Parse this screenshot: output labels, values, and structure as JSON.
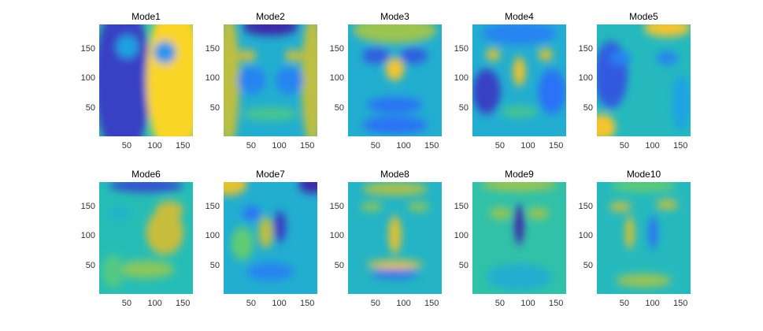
{
  "figure": {
    "background": "#ffffff"
  },
  "colormap": [
    "#3e26a8",
    "#2d70f7",
    "#1ea0e8",
    "#27bfb3",
    "#6acd6a",
    "#c5bd3d",
    "#f9c52c",
    "#f9fb15"
  ],
  "chart_data": {
    "type": "heatmap",
    "grid": "off",
    "xlim": [
      1,
      168
    ],
    "ylim": [
      1,
      192
    ],
    "x_ticks": [
      "50",
      "100",
      "150"
    ],
    "y_ticks": [
      "50",
      "100",
      "150"
    ],
    "panels": [
      {
        "title": "Mode1",
        "base": 0.45,
        "blobs": [
          {
            "x": 0.25,
            "y": 0.5,
            "rx": 0.3,
            "ry": 0.7,
            "v": -0.4
          },
          {
            "x": 0.8,
            "y": 0.5,
            "rx": 0.3,
            "ry": 0.7,
            "v": 0.45
          },
          {
            "x": 0.3,
            "y": 0.2,
            "rx": 0.12,
            "ry": 0.1,
            "v": -0.15
          },
          {
            "x": 0.7,
            "y": 0.25,
            "rx": 0.12,
            "ry": 0.1,
            "v": -0.2
          }
        ]
      },
      {
        "title": "Mode2",
        "base": 0.35,
        "blobs": [
          {
            "x": 0.5,
            "y": 0.02,
            "rx": 0.3,
            "ry": 0.08,
            "v": -0.35
          },
          {
            "x": 0.05,
            "y": 0.5,
            "rx": 0.12,
            "ry": 0.6,
            "v": 0.35
          },
          {
            "x": 0.95,
            "y": 0.5,
            "rx": 0.12,
            "ry": 0.6,
            "v": 0.35
          },
          {
            "x": 0.25,
            "y": 0.28,
            "rx": 0.1,
            "ry": 0.05,
            "v": 0.4
          },
          {
            "x": 0.75,
            "y": 0.28,
            "rx": 0.1,
            "ry": 0.05,
            "v": 0.4
          },
          {
            "x": 0.3,
            "y": 0.5,
            "rx": 0.15,
            "ry": 0.12,
            "v": -0.15
          },
          {
            "x": 0.7,
            "y": 0.5,
            "rx": 0.15,
            "ry": 0.12,
            "v": -0.15
          },
          {
            "x": 0.5,
            "y": 0.8,
            "rx": 0.3,
            "ry": 0.06,
            "v": 0.15
          }
        ]
      },
      {
        "title": "Mode3",
        "base": 0.35,
        "blobs": [
          {
            "x": 0.5,
            "y": 0.05,
            "rx": 0.45,
            "ry": 0.12,
            "v": 0.3
          },
          {
            "x": 0.5,
            "y": 0.4,
            "rx": 0.1,
            "ry": 0.1,
            "v": 0.5
          },
          {
            "x": 0.3,
            "y": 0.28,
            "rx": 0.15,
            "ry": 0.07,
            "v": -0.25
          },
          {
            "x": 0.7,
            "y": 0.28,
            "rx": 0.15,
            "ry": 0.07,
            "v": -0.25
          },
          {
            "x": 0.5,
            "y": 0.72,
            "rx": 0.3,
            "ry": 0.07,
            "v": -0.2
          },
          {
            "x": 0.5,
            "y": 0.9,
            "rx": 0.35,
            "ry": 0.08,
            "v": -0.2
          }
        ]
      },
      {
        "title": "Mode4",
        "base": 0.35,
        "blobs": [
          {
            "x": 0.5,
            "y": 0.08,
            "rx": 0.4,
            "ry": 0.1,
            "v": -0.15
          },
          {
            "x": 0.22,
            "y": 0.27,
            "rx": 0.08,
            "ry": 0.05,
            "v": 0.45
          },
          {
            "x": 0.78,
            "y": 0.27,
            "rx": 0.08,
            "ry": 0.05,
            "v": 0.45
          },
          {
            "x": 0.5,
            "y": 0.42,
            "rx": 0.07,
            "ry": 0.13,
            "v": 0.45
          },
          {
            "x": 0.15,
            "y": 0.6,
            "rx": 0.15,
            "ry": 0.2,
            "v": -0.3
          },
          {
            "x": 0.85,
            "y": 0.6,
            "rx": 0.15,
            "ry": 0.2,
            "v": -0.2
          },
          {
            "x": 0.5,
            "y": 0.78,
            "rx": 0.2,
            "ry": 0.05,
            "v": 0.15
          }
        ]
      },
      {
        "title": "Mode5",
        "base": 0.4,
        "blobs": [
          {
            "x": 0.75,
            "y": 0.03,
            "rx": 0.25,
            "ry": 0.08,
            "v": 0.45
          },
          {
            "x": 0.15,
            "y": 0.45,
            "rx": 0.18,
            "ry": 0.3,
            "v": -0.3
          },
          {
            "x": 0.05,
            "y": 0.92,
            "rx": 0.15,
            "ry": 0.12,
            "v": 0.45
          },
          {
            "x": 0.25,
            "y": 0.3,
            "rx": 0.12,
            "ry": 0.06,
            "v": -0.2
          },
          {
            "x": 0.75,
            "y": 0.3,
            "rx": 0.12,
            "ry": 0.06,
            "v": -0.2
          },
          {
            "x": 0.9,
            "y": 0.7,
            "rx": 0.1,
            "ry": 0.25,
            "v": -0.1
          }
        ]
      },
      {
        "title": "Mode6",
        "base": 0.42,
        "blobs": [
          {
            "x": 0.5,
            "y": 0.03,
            "rx": 0.4,
            "ry": 0.06,
            "v": -0.35
          },
          {
            "x": 0.75,
            "y": 0.25,
            "rx": 0.15,
            "ry": 0.08,
            "v": 0.3
          },
          {
            "x": 0.2,
            "y": 0.28,
            "rx": 0.12,
            "ry": 0.06,
            "v": -0.05
          },
          {
            "x": 0.7,
            "y": 0.45,
            "rx": 0.2,
            "ry": 0.2,
            "v": 0.3
          },
          {
            "x": 0.5,
            "y": 0.78,
            "rx": 0.3,
            "ry": 0.08,
            "v": 0.2
          },
          {
            "x": 0.15,
            "y": 0.8,
            "rx": 0.12,
            "ry": 0.15,
            "v": 0.1
          }
        ]
      },
      {
        "title": "Mode7",
        "base": 0.35,
        "blobs": [
          {
            "x": 0.05,
            "y": 0.02,
            "rx": 0.2,
            "ry": 0.1,
            "v": 0.45
          },
          {
            "x": 0.95,
            "y": 0.02,
            "rx": 0.15,
            "ry": 0.08,
            "v": -0.35
          },
          {
            "x": 0.6,
            "y": 0.4,
            "rx": 0.07,
            "ry": 0.14,
            "v": -0.3
          },
          {
            "x": 0.45,
            "y": 0.45,
            "rx": 0.08,
            "ry": 0.14,
            "v": 0.35
          },
          {
            "x": 0.2,
            "y": 0.55,
            "rx": 0.12,
            "ry": 0.15,
            "v": 0.2
          },
          {
            "x": 0.3,
            "y": 0.28,
            "rx": 0.1,
            "ry": 0.06,
            "v": -0.2
          },
          {
            "x": 0.5,
            "y": 0.8,
            "rx": 0.25,
            "ry": 0.08,
            "v": -0.15
          }
        ]
      },
      {
        "title": "Mode8",
        "base": 0.38,
        "blobs": [
          {
            "x": 0.5,
            "y": 0.06,
            "rx": 0.35,
            "ry": 0.06,
            "v": 0.3
          },
          {
            "x": 0.5,
            "y": 0.47,
            "rx": 0.07,
            "ry": 0.17,
            "v": 0.4
          },
          {
            "x": 0.25,
            "y": 0.22,
            "rx": 0.12,
            "ry": 0.04,
            "v": 0.25
          },
          {
            "x": 0.75,
            "y": 0.22,
            "rx": 0.12,
            "ry": 0.04,
            "v": 0.25
          },
          {
            "x": 0.5,
            "y": 0.74,
            "rx": 0.3,
            "ry": 0.04,
            "v": 0.45
          },
          {
            "x": 0.5,
            "y": 0.82,
            "rx": 0.25,
            "ry": 0.04,
            "v": -0.25
          }
        ]
      },
      {
        "title": "Mode9",
        "base": 0.45,
        "blobs": [
          {
            "x": 0.5,
            "y": 0.02,
            "rx": 0.4,
            "ry": 0.06,
            "v": 0.2
          },
          {
            "x": 0.5,
            "y": 0.38,
            "rx": 0.05,
            "ry": 0.18,
            "v": -0.45
          },
          {
            "x": 0.3,
            "y": 0.28,
            "rx": 0.12,
            "ry": 0.05,
            "v": 0.2
          },
          {
            "x": 0.7,
            "y": 0.28,
            "rx": 0.12,
            "ry": 0.05,
            "v": 0.2
          },
          {
            "x": 0.5,
            "y": 0.85,
            "rx": 0.35,
            "ry": 0.12,
            "v": -0.1
          }
        ]
      },
      {
        "title": "Mode10",
        "base": 0.4,
        "blobs": [
          {
            "x": 0.5,
            "y": 0.03,
            "rx": 0.35,
            "ry": 0.06,
            "v": 0.15
          },
          {
            "x": 0.25,
            "y": 0.22,
            "rx": 0.12,
            "ry": 0.04,
            "v": 0.35
          },
          {
            "x": 0.75,
            "y": 0.2,
            "rx": 0.12,
            "ry": 0.04,
            "v": 0.35
          },
          {
            "x": 0.35,
            "y": 0.45,
            "rx": 0.05,
            "ry": 0.15,
            "v": 0.35
          },
          {
            "x": 0.6,
            "y": 0.45,
            "rx": 0.05,
            "ry": 0.15,
            "v": -0.25
          },
          {
            "x": 0.5,
            "y": 0.88,
            "rx": 0.3,
            "ry": 0.06,
            "v": 0.25
          }
        ]
      }
    ]
  }
}
